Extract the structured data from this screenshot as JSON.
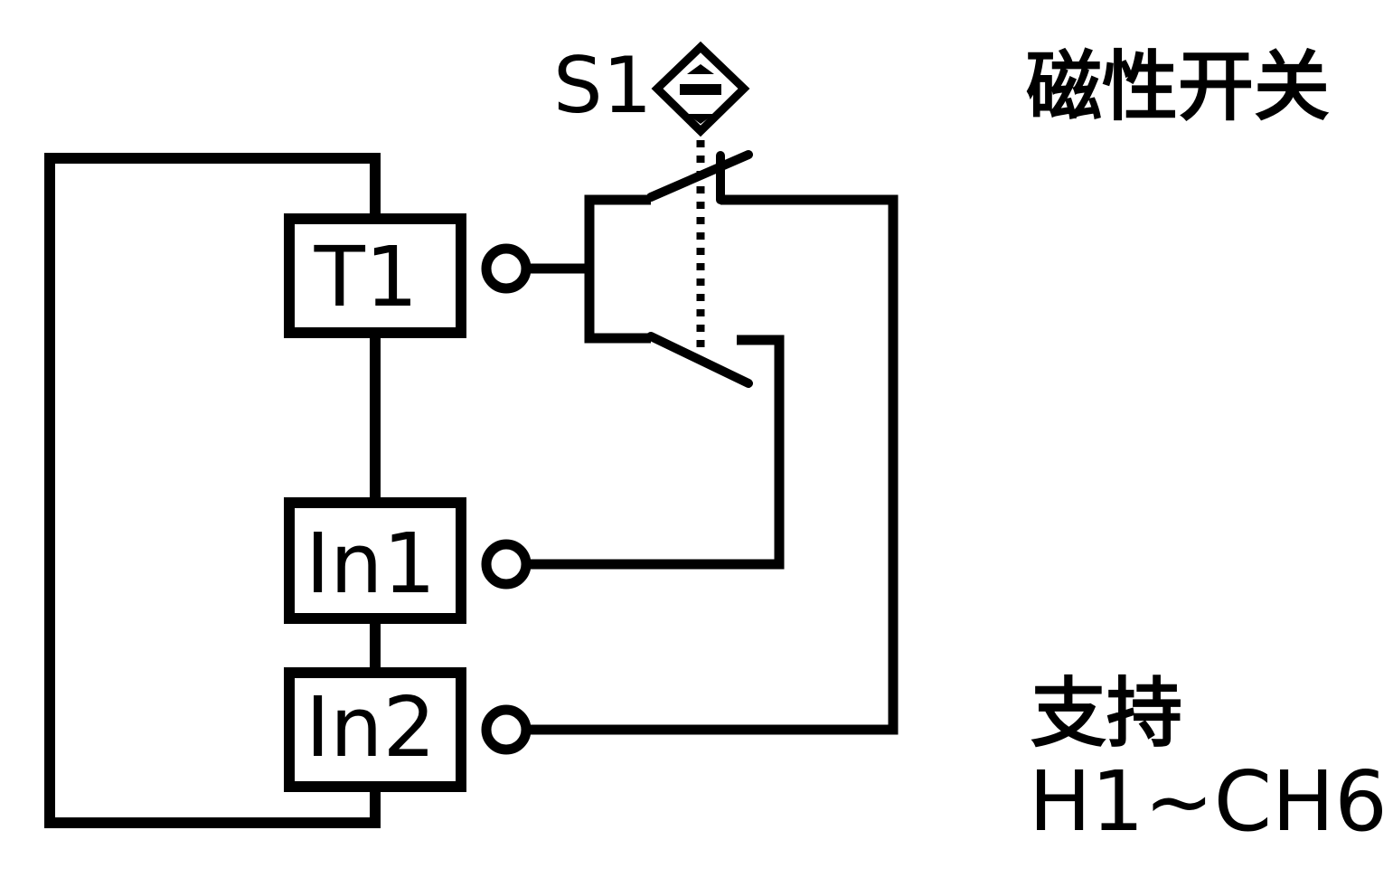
{
  "title": "磁性开关",
  "switch_label": "S1",
  "terminals": {
    "t1": "T1",
    "in1": "In1",
    "in2": "In2"
  },
  "support_line1": "支持",
  "support_line2": "H1~CH6",
  "icons": {
    "proximity_sensor": "diamond-sensor-icon",
    "switch": "changeover-switch-icon"
  },
  "colors": {
    "line": "#000000",
    "background": "#ffffff"
  }
}
